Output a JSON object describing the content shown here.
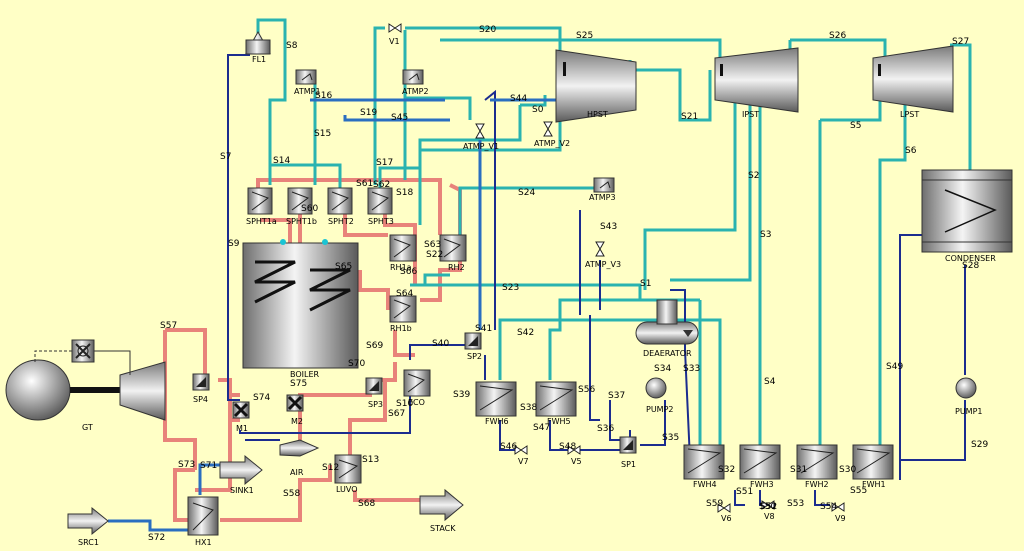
{
  "units": {
    "gt": "GT",
    "hx1": "HX1",
    "src1": "SRC1",
    "sink1": "SINK1",
    "air": "AIR",
    "luvo": "LUVO",
    "stack": "STACK",
    "eco": "ECO",
    "boiler": "BOILER",
    "sp4": "SP4",
    "m1": "M1",
    "m2": "M2",
    "sp3": "SP3",
    "sp2": "SP2",
    "sp1": "SP1",
    "fl1": "FL1",
    "atmp1": "ATMP1",
    "atmp2": "ATMP2",
    "atmp3": "ATMP3",
    "atmp_v1": "ATMP_V1",
    "atmp_v2": "ATMP_V2",
    "atmp_v3": "ATMP_V3",
    "v1": "V1",
    "sphta": "SPHT1a",
    "sphtb": "SPHT1b",
    "spht2": "SPHT2",
    "spht3": "SPHT3",
    "rh1a": "RH1a",
    "rh1b": "RH1b",
    "rh2": "RH2",
    "hpst": "HPST",
    "ipst": "IPST",
    "lpst": "LPST",
    "condenser": "CONDENSER",
    "deaerator": "DEAERATOR",
    "pump1": "PUMP1",
    "pump2": "PUMP2",
    "fwh1": "FWH1",
    "fwh2": "FWH2",
    "fwh3": "FWH3",
    "fwh4": "FWH4",
    "fwh5": "FWH5",
    "fwh6": "FWH6",
    "v5": "V5",
    "v6": "V6",
    "v7": "V7",
    "v8": "V8",
    "v9": "V9"
  },
  "streams": {
    "s0": "S0",
    "s1": "S1",
    "s2": "S2",
    "s3": "S3",
    "s4": "S4",
    "s5": "S5",
    "s6": "S6",
    "s7": "S7",
    "s8": "S8",
    "s9": "S9",
    "s10": "S10",
    "s12": "S12",
    "s13": "S13",
    "s14": "S14",
    "s15": "S15",
    "s16": "S16",
    "s17": "S17",
    "s18": "S18",
    "s19": "S19",
    "s20": "S20",
    "s21": "S21",
    "s22": "S22",
    "s23": "S23",
    "s24": "S24",
    "s25": "S25",
    "s26": "S26",
    "s27": "S27",
    "s28": "S28",
    "s29": "S29",
    "s30": "S30",
    "s31": "S31",
    "s32": "S32",
    "s33": "S33",
    "s34": "S34",
    "s35": "S35",
    "s36": "S36",
    "s37": "S37",
    "s38": "S38",
    "s39": "S39",
    "s40": "S40",
    "s41": "S41",
    "s42": "S42",
    "s43": "S43",
    "s44": "S44",
    "s45": "S45",
    "s46": "S46",
    "s47": "S47",
    "s48": "S48",
    "s49": "S49",
    "s50": "S50",
    "s51": "S51",
    "s52": "S52",
    "s53": "S53",
    "s54": "S54",
    "s55": "S55",
    "s56": "S56",
    "s57": "S57",
    "s58": "S58",
    "s59": "S59",
    "s60": "S60",
    "s61": "S61",
    "s62": "S62",
    "s63": "S63",
    "s64": "S64",
    "s65": "S65",
    "s66": "S66",
    "s67": "S67",
    "s68": "S68",
    "s69": "S69",
    "s70": "S70",
    "s71": "S71",
    "s72": "S72",
    "s73": "S73",
    "s74": "S74",
    "s75": "S75"
  },
  "colors": {
    "background": "#ffffc6",
    "steam": "#2ab3b0",
    "water": "#1b2c8f",
    "flue_gas": "#e8837a",
    "cold_stream": "#2a6ec0"
  }
}
